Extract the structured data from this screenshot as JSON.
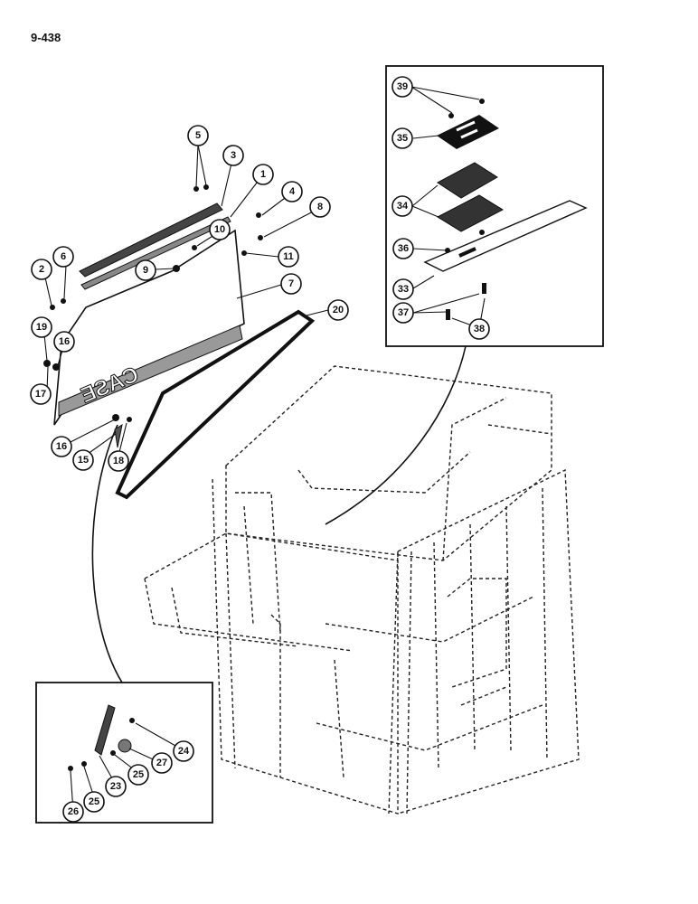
{
  "page_ref": "9-438",
  "panel_text": "CASE",
  "callouts": {
    "c1": "1",
    "c2": "2",
    "c3": "3",
    "c4": "4",
    "c5": "5",
    "c6": "6",
    "c7": "7",
    "c8": "8",
    "c9": "9",
    "c10": "10",
    "c11": "11",
    "c15": "15",
    "c16a": "16",
    "c16b": "16",
    "c17": "17",
    "c18": "18",
    "c19": "19",
    "c20": "20",
    "c23": "23",
    "c24": "24",
    "c25a": "25",
    "c25b": "25",
    "c26": "26",
    "c27": "27",
    "c33": "33",
    "c34": "34",
    "c35": "35",
    "c36": "36",
    "c37": "37",
    "c38": "38",
    "c39": "39"
  }
}
